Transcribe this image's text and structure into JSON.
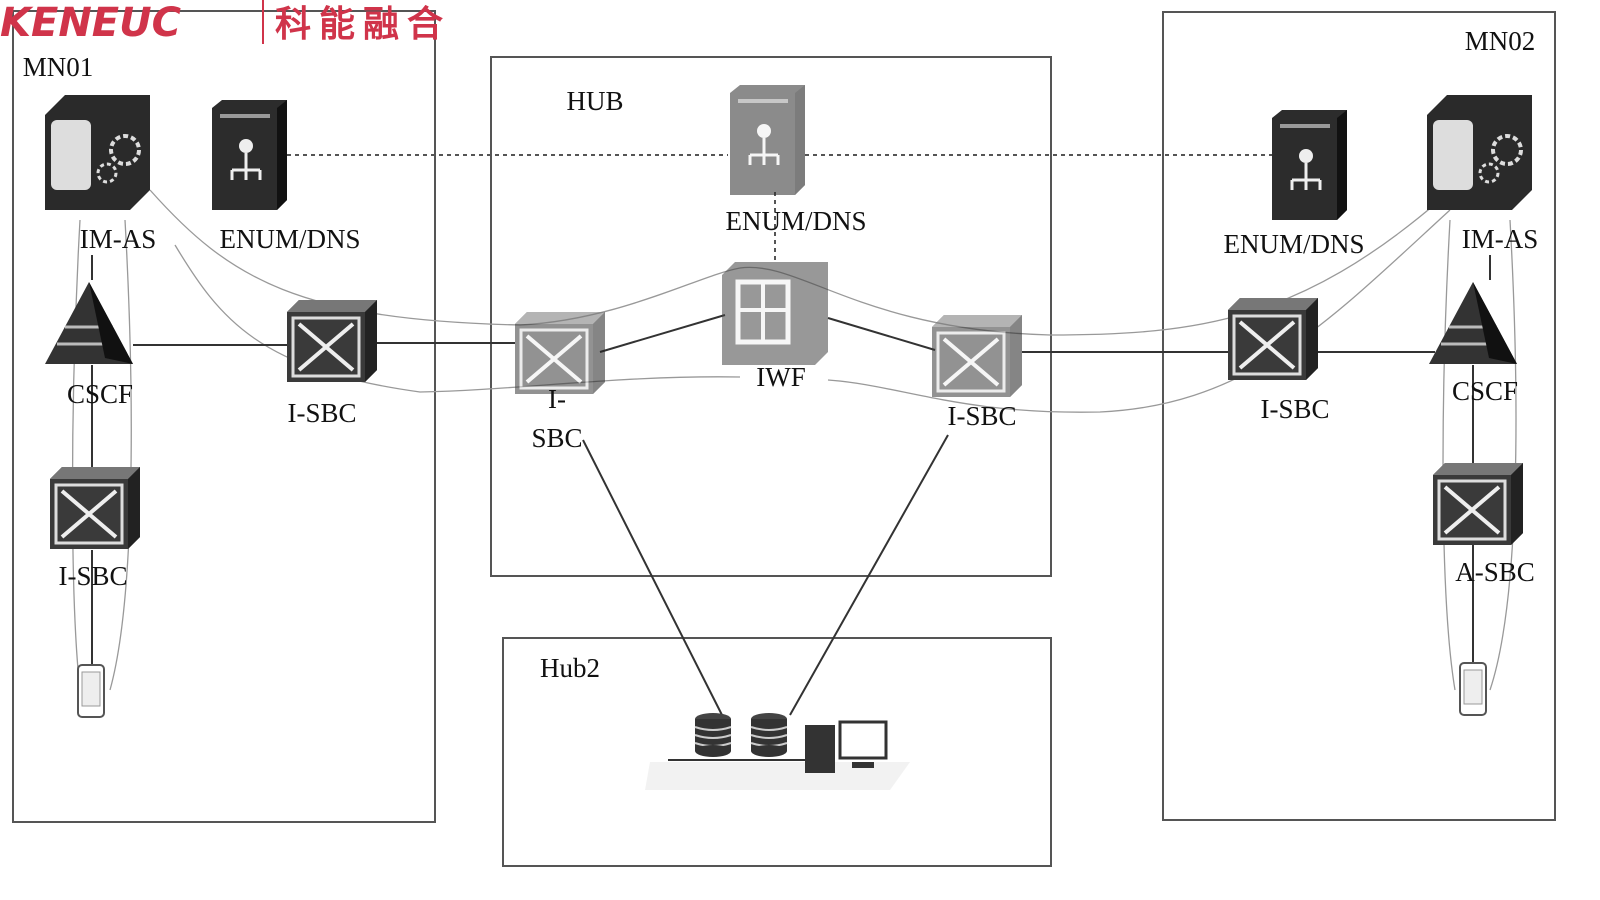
{
  "logo": {
    "text_en": "KENEUC",
    "text_cn": "科能融合",
    "color": "#d0344a"
  },
  "zones": {
    "mn01": "MN01",
    "hub": "HUB",
    "hub2": "Hub2",
    "mn02": "MN02"
  },
  "mn01": {
    "im_as": "IM-AS",
    "enum_dns": "ENUM/DNS",
    "cscf": "CSCF",
    "i_sbc_top": "I-SBC",
    "i_sbc_bottom": "I-SBC"
  },
  "hub": {
    "enum_dns": "ENUM/DNS",
    "iwf": "IWF",
    "i_sbc_left_line1": "I-",
    "i_sbc_left_line2": "SBC",
    "i_sbc_right": "I-SBC"
  },
  "mn02": {
    "im_as": "IM-AS",
    "enum_dns": "ENUM/DNS",
    "cscf": "CSCF",
    "i_sbc": "I-SBC",
    "a_sbc": "A-SBC"
  },
  "icons": {
    "server": "server-icon",
    "dns": "dns-server-icon",
    "router": "sbc-router-icon",
    "pyramid": "cscf-icon",
    "phone": "phone-icon",
    "database": "database-icon",
    "computer": "computer-icon"
  }
}
